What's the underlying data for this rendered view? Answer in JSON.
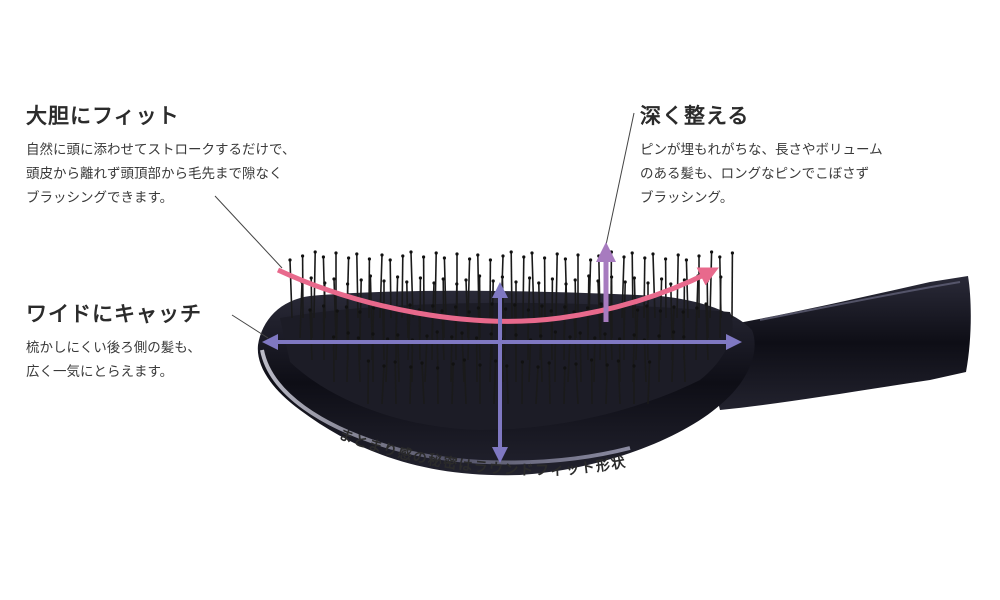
{
  "features": {
    "bold_fit": {
      "title": "大胆にフィット",
      "lines": [
        "自然に頭に添わせてストロークするだけで、",
        "頭皮から離れず頭頂部から毛先まで隙なく",
        "ブラッシングできます。"
      ]
    },
    "deep_arrange": {
      "title": "深く整える",
      "lines": [
        "ピンが埋もれがちな、長さやボリューム",
        "のある髪も、ロングなピンでこぼさず",
        "ブラッシング。"
      ]
    },
    "wide_catch": {
      "title": "ワイドにキャッチ",
      "lines": [
        "梳かしにくい後ろ側の髪も、",
        "広く一気にとらえます。"
      ]
    }
  },
  "curve_caption": "まとまり感の秘密はラウンドフィット形状",
  "colors": {
    "arrow_pink": "#e8698c",
    "arrow_purple": "#a77bbf",
    "arrow_blue": "#7f78c2",
    "brush_body": "#151520",
    "leader_line": "#444444"
  }
}
